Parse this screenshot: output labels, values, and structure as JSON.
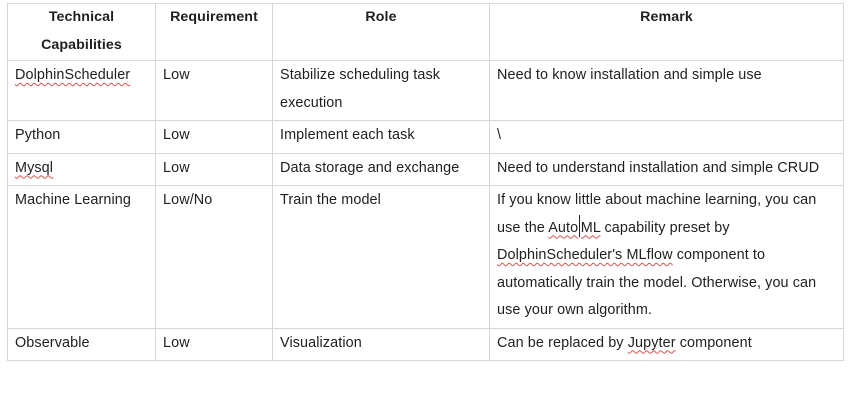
{
  "table": {
    "headers": [
      "Technical Capabilities",
      "Requirement",
      "Role",
      "Remark"
    ],
    "rows": [
      {
        "capability": "DolphinScheduler",
        "requirement": "Low",
        "role": "Stabilize scheduling task execution",
        "remark": "Need to know installation and simple use"
      },
      {
        "capability": "Python",
        "requirement": "Low",
        "role": "Implement each task",
        "remark": "\\"
      },
      {
        "capability": "Mysql",
        "requirement": "Low",
        "role": "Data storage and exchange",
        "remark": "Need to understand installation and simple CRUD"
      },
      {
        "capability": "Machine Learning",
        "requirement": "Low/No",
        "role": "Train the model",
        "remark_parts": {
          "p1": "If you know little about machine learning, you can use the ",
          "w1a": "Auto",
          "w1b": "ML",
          "p2": " capability preset by ",
          "w2": "DolphinScheduler's MLflow",
          "p3": " component to automatically train the model. Otherwise, you can use your own algorithm."
        }
      },
      {
        "capability": "Observable",
        "requirement": "Low",
        "role": "Visualization",
        "remark_parts": {
          "p1": "Can be replaced by ",
          "w1": "Jupyter",
          "p2": " component"
        }
      }
    ]
  },
  "spellcheck_color": "#d9534f"
}
